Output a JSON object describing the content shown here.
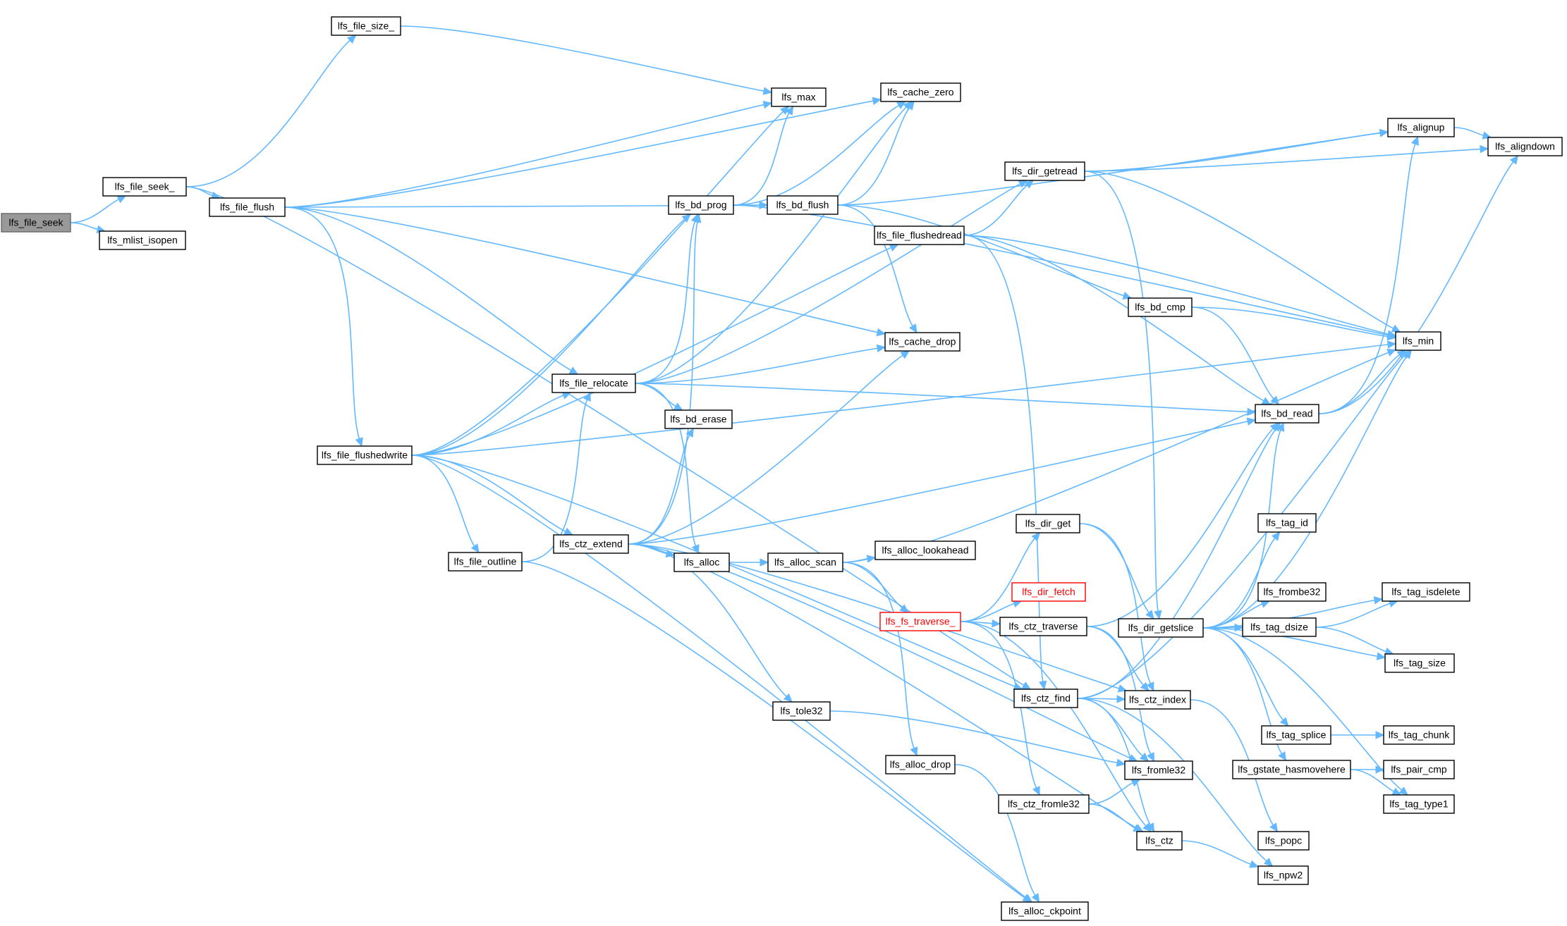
{
  "nodes": [
    {
      "id": "seek",
      "label": "lfs_file_seek",
      "variant": "root"
    },
    {
      "id": "seek_",
      "label": "lfs_file_seek_"
    },
    {
      "id": "mlist",
      "label": "lfs_mlist_isopen"
    },
    {
      "id": "size_",
      "label": "lfs_file_size_"
    },
    {
      "id": "flush",
      "label": "lfs_file_flush"
    },
    {
      "id": "max",
      "label": "lfs_max"
    },
    {
      "id": "czero",
      "label": "lfs_cache_zero"
    },
    {
      "id": "bdprog",
      "label": "lfs_bd_prog"
    },
    {
      "id": "bdflush",
      "label": "lfs_bd_flush"
    },
    {
      "id": "fread",
      "label": "lfs_file_flushedread"
    },
    {
      "id": "dget",
      "label": "lfs_dir_getread"
    },
    {
      "id": "alignup",
      "label": "lfs_alignup"
    },
    {
      "id": "aligndown",
      "label": "lfs_aligndown"
    },
    {
      "id": "bdcmp",
      "label": "lfs_bd_cmp"
    },
    {
      "id": "cdrop",
      "label": "lfs_cache_drop"
    },
    {
      "id": "min",
      "label": "lfs_min"
    },
    {
      "id": "reloc",
      "label": "lfs_file_relocate"
    },
    {
      "id": "bderase",
      "label": "lfs_bd_erase"
    },
    {
      "id": "bdread",
      "label": "lfs_bd_read"
    },
    {
      "id": "fwrite",
      "label": "lfs_file_flushedwrite"
    },
    {
      "id": "dirget",
      "label": "lfs_dir_get"
    },
    {
      "id": "tagid",
      "label": "lfs_tag_id"
    },
    {
      "id": "ctzext",
      "label": "lfs_ctz_extend"
    },
    {
      "id": "alloc",
      "label": "lfs_alloc"
    },
    {
      "id": "ascan",
      "label": "lfs_alloc_scan"
    },
    {
      "id": "alook",
      "label": "lfs_alloc_lookahead"
    },
    {
      "id": "outline",
      "label": "lfs_file_outline"
    },
    {
      "id": "dfetch",
      "label": "lfs_dir_fetch",
      "variant": "red"
    },
    {
      "id": "frombe",
      "label": "lfs_frombe32"
    },
    {
      "id": "isdel",
      "label": "lfs_tag_isdelete"
    },
    {
      "id": "fstrav",
      "label": "lfs_fs_traverse_",
      "variant": "red"
    },
    {
      "id": "ctztrav",
      "label": "lfs_ctz_traverse"
    },
    {
      "id": "getslice",
      "label": "lfs_dir_getslice"
    },
    {
      "id": "dsize",
      "label": "lfs_tag_dsize"
    },
    {
      "id": "tsize",
      "label": "lfs_tag_size"
    },
    {
      "id": "ctzfind",
      "label": "lfs_ctz_find"
    },
    {
      "id": "ctzidx",
      "label": "lfs_ctz_index"
    },
    {
      "id": "tole",
      "label": "lfs_tole32"
    },
    {
      "id": "splice",
      "label": "lfs_tag_splice"
    },
    {
      "id": "chunk",
      "label": "lfs_tag_chunk"
    },
    {
      "id": "adrop",
      "label": "lfs_alloc_drop"
    },
    {
      "id": "fromle",
      "label": "lfs_fromle32"
    },
    {
      "id": "gstate",
      "label": "lfs_gstate_hasmovehere"
    },
    {
      "id": "paircmp",
      "label": "lfs_pair_cmp"
    },
    {
      "id": "ctzfromle",
      "label": "lfs_ctz_fromle32"
    },
    {
      "id": "type1",
      "label": "lfs_tag_type1"
    },
    {
      "id": "ctz",
      "label": "lfs_ctz"
    },
    {
      "id": "popc",
      "label": "lfs_popc"
    },
    {
      "id": "npw2",
      "label": "lfs_npw2"
    },
    {
      "id": "ckpoint",
      "label": "lfs_alloc_ckpoint"
    }
  ],
  "edges": [
    [
      "seek",
      "seek_"
    ],
    [
      "seek",
      "mlist"
    ],
    [
      "seek_",
      "size_"
    ],
    [
      "seek_",
      "flush"
    ],
    [
      "seek_",
      "ctzfind"
    ],
    [
      "size_",
      "max"
    ],
    [
      "flush",
      "max"
    ],
    [
      "flush",
      "czero"
    ],
    [
      "flush",
      "bdflush"
    ],
    [
      "flush",
      "cdrop"
    ],
    [
      "flush",
      "reloc"
    ],
    [
      "flush",
      "fwrite"
    ],
    [
      "bdprog",
      "max"
    ],
    [
      "bdprog",
      "czero"
    ],
    [
      "bdprog",
      "bdflush"
    ],
    [
      "bdprog",
      "min"
    ],
    [
      "bdflush",
      "czero"
    ],
    [
      "bdflush",
      "alignup"
    ],
    [
      "bdflush",
      "bdcmp"
    ],
    [
      "bdflush",
      "cdrop"
    ],
    [
      "fread",
      "dget"
    ],
    [
      "fread",
      "min"
    ],
    [
      "fread",
      "bdread"
    ],
    [
      "fread",
      "ctzfind"
    ],
    [
      "dget",
      "alignup"
    ],
    [
      "dget",
      "aligndown"
    ],
    [
      "dget",
      "min"
    ],
    [
      "dget",
      "getslice"
    ],
    [
      "alignup",
      "aligndown"
    ],
    [
      "bdcmp",
      "min"
    ],
    [
      "bdcmp",
      "bdread"
    ],
    [
      "reloc",
      "bdprog"
    ],
    [
      "reloc",
      "czero"
    ],
    [
      "reloc",
      "dget"
    ],
    [
      "reloc",
      "cdrop"
    ],
    [
      "reloc",
      "bderase"
    ],
    [
      "reloc",
      "bdread"
    ],
    [
      "reloc",
      "alloc"
    ],
    [
      "bdread",
      "alignup"
    ],
    [
      "bdread",
      "aligndown"
    ],
    [
      "bdread",
      "min"
    ],
    [
      "fwrite",
      "max"
    ],
    [
      "fwrite",
      "bdprog"
    ],
    [
      "fwrite",
      "fread"
    ],
    [
      "fwrite",
      "reloc"
    ],
    [
      "fwrite",
      "min"
    ],
    [
      "fwrite",
      "ctzext"
    ],
    [
      "fwrite",
      "outline"
    ],
    [
      "fwrite",
      "ctzfind"
    ],
    [
      "fwrite",
      "ckpoint"
    ],
    [
      "outline",
      "reloc"
    ],
    [
      "outline",
      "ckpoint"
    ],
    [
      "ctzext",
      "bdprog"
    ],
    [
      "ctzext",
      "cdrop"
    ],
    [
      "ctzext",
      "bderase"
    ],
    [
      "ctzext",
      "bdread"
    ],
    [
      "ctzext",
      "alloc"
    ],
    [
      "ctzext",
      "ctzidx"
    ],
    [
      "ctzext",
      "tole"
    ],
    [
      "ctzext",
      "fromle"
    ],
    [
      "ctzext",
      "ctz"
    ],
    [
      "alloc",
      "ascan"
    ],
    [
      "ascan",
      "alook"
    ],
    [
      "ascan",
      "min"
    ],
    [
      "ascan",
      "fstrav"
    ],
    [
      "ascan",
      "adrop"
    ],
    [
      "fstrav",
      "dirget"
    ],
    [
      "fstrav",
      "dfetch"
    ],
    [
      "fstrav",
      "ctztrav"
    ],
    [
      "fstrav",
      "ctzfromle"
    ],
    [
      "fstrav",
      "ctz"
    ],
    [
      "dirget",
      "getslice"
    ],
    [
      "dirget",
      "ctzidx"
    ],
    [
      "ctztrav",
      "bdread"
    ],
    [
      "ctztrav",
      "ctzidx"
    ],
    [
      "ctztrav",
      "fromle"
    ],
    [
      "getslice",
      "min"
    ],
    [
      "getslice",
      "bdread"
    ],
    [
      "getslice",
      "tagid"
    ],
    [
      "getslice",
      "frombe"
    ],
    [
      "getslice",
      "isdel"
    ],
    [
      "getslice",
      "dsize"
    ],
    [
      "getslice",
      "tsize"
    ],
    [
      "getslice",
      "splice"
    ],
    [
      "getslice",
      "gstate"
    ],
    [
      "getslice",
      "type1"
    ],
    [
      "dsize",
      "isdel"
    ],
    [
      "dsize",
      "tsize"
    ],
    [
      "ctzfind",
      "bdread"
    ],
    [
      "ctzfind",
      "min"
    ],
    [
      "ctzfind",
      "ctzidx"
    ],
    [
      "ctzfind",
      "fromle"
    ],
    [
      "ctzfind",
      "ctz"
    ],
    [
      "ctzfind",
      "npw2"
    ],
    [
      "ctzidx",
      "popc"
    ],
    [
      "tole",
      "fromle"
    ],
    [
      "splice",
      "chunk"
    ],
    [
      "gstate",
      "paircmp"
    ],
    [
      "gstate",
      "type1"
    ],
    [
      "ctzfromle",
      "fromle"
    ],
    [
      "ctzfromle",
      "ctz"
    ],
    [
      "ctz",
      "npw2"
    ],
    [
      "adrop",
      "ckpoint"
    ]
  ]
}
